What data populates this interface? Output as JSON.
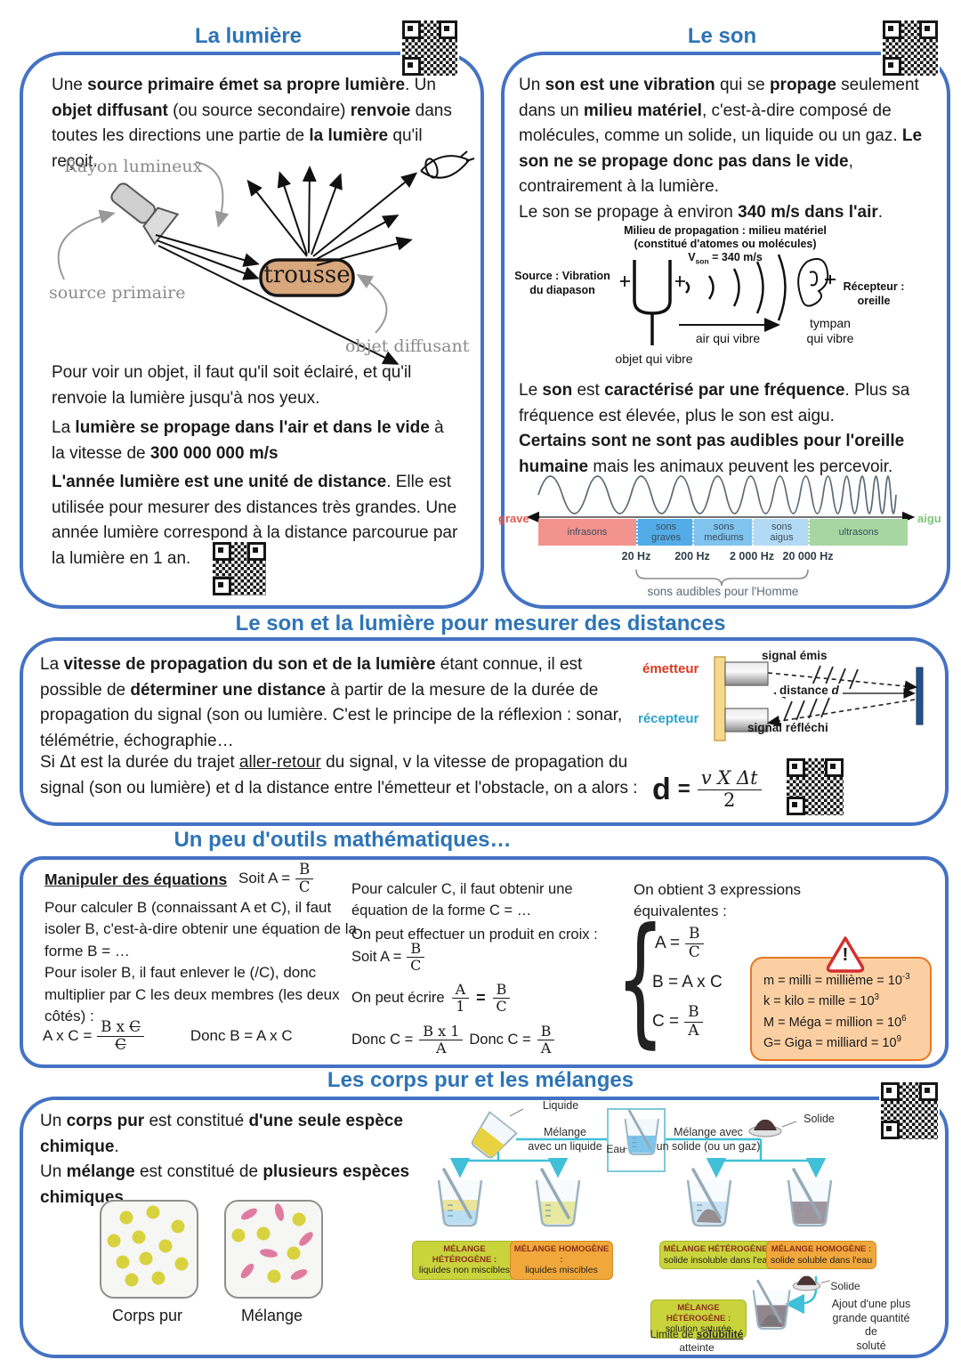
{
  "colors": {
    "title_blue": "#2e74b5",
    "border_blue": "#4472c4",
    "trousse_fill": "#d9a77c",
    "warning_bg": "#fbcfa2",
    "warning_border": "#e87722",
    "badge_green": "#c9d43c",
    "badge_orange": "#f0a83c",
    "cyan_arrow": "#3fc0d8",
    "emetteur_red": "#d93a20",
    "recepteur_blue": "#29a3cc",
    "band_infrasons": "#f2938d",
    "band_graves": "#53ace7",
    "band_mediums": "#7fc3ef",
    "band_aigus": "#b3daf5",
    "band_ultrasons": "#a6d6a1"
  },
  "lumiere": {
    "title": "La lumière",
    "p1": [
      {
        "t": "Une "
      },
      {
        "t": "source primaire émet sa propre lumière",
        "b": 1
      },
      {
        "t": ". Un "
      },
      {
        "t": "objet diffusant",
        "b": 1
      },
      {
        "t": " (ou source secondaire) "
      },
      {
        "t": "renvoie",
        "b": 1
      },
      {
        "t": " dans toutes les directions une partie de "
      },
      {
        "t": "la lumière",
        "b": 1
      },
      {
        "t": " qu'il reçoit."
      }
    ],
    "ray_label": "Rayon lumineux",
    "source_label": "source primaire",
    "object_label": "trousse",
    "diffusing_label": "objet diffusant",
    "p2": [
      {
        "t": "Pour voir un objet, il faut qu'il soit éclairé, et qu'il renvoie la lumière jusqu'à nos yeux."
      }
    ],
    "p3": [
      {
        "t": "La "
      },
      {
        "t": "lumière se propage dans l'air et dans le vide",
        "b": 1
      },
      {
        "t": " à la vitesse de "
      },
      {
        "t": "300 000 000 m/s",
        "b": 1
      }
    ],
    "p4": [
      {
        "t": "L'année lumière est une unité de distance",
        "b": 1
      },
      {
        "t": ". Elle est utilisée pour mesurer des distances très grandes. Une année lumière correspond à la distance parcourue par la lumière en 1 an."
      }
    ]
  },
  "son": {
    "title": "Le son",
    "p1": [
      {
        "t": "Un "
      },
      {
        "t": "son est une vibration",
        "b": 1
      },
      {
        "t": " qui se "
      },
      {
        "t": "propage",
        "b": 1
      },
      {
        "t": " seulement dans un "
      },
      {
        "t": "milieu matériel",
        "b": 1
      },
      {
        "t": ", c'est-à-dire composé de molécules, comme un solide, un liquide ou un gaz. "
      },
      {
        "t": "Le son ne se propage donc pas dans le vide",
        "b": 1
      },
      {
        "t": ",\ncontrairement à la lumière.\nLe son se propage à environ "
      },
      {
        "t": "340 m/s dans l'air",
        "b": 1
      },
      {
        "t": "."
      }
    ],
    "diagram": {
      "milieu1": "Milieu de propagation : milieu matériel",
      "milieu2": "(constitué d'atomes ou molécules)",
      "vson": [
        {
          "t": "V"
        },
        {
          "t": "son",
          "sb": 1
        },
        {
          "t": " = 340 m/s"
        }
      ],
      "source": "Source : Vibration\ndu diapason",
      "recepteur": "Récepteur :\noreille",
      "air": "air qui vibre",
      "tympan": "tympan\nqui vibre",
      "objet": "objet qui vibre"
    },
    "p2": [
      {
        "t": "Le "
      },
      {
        "t": "son",
        "b": 1
      },
      {
        "t": " est "
      },
      {
        "t": "caractérisé par une fréquence",
        "b": 1
      },
      {
        "t": ". Plus sa fréquence est élevée, plus le son est aigu.\n"
      },
      {
        "t": "Certains sont ne sont pas audibles pour l'oreille humaine",
        "b": 1
      },
      {
        "t": " mais les animaux peuvent les percevoir."
      }
    ],
    "spectrum": {
      "grave": "grave",
      "aigu": "aigu",
      "bands": [
        "infrasons",
        "sons\ngraves",
        "sons\nmediums",
        "sons\naigus",
        "ultrasons"
      ],
      "ticks": [
        "20 Hz",
        "200 Hz",
        "2 000 Hz",
        "20 000 Hz"
      ],
      "audible": "sons audibles pour l'Homme"
    }
  },
  "distance": {
    "title": "Le son et la lumière pour mesurer des distances",
    "p1": [
      {
        "t": "La "
      },
      {
        "t": "vitesse de propagation du son et de la lumière",
        "b": 1
      },
      {
        "t": " étant connue, il est possible de "
      },
      {
        "t": "déterminer une distance",
        "b": 1
      },
      {
        "t": " à partir de la mesure de la durée de propagation du signal (son ou lumière. C'est le principe de la réflexion : sonar, télémétrie, échographie…"
      }
    ],
    "diagram": {
      "emetteur": "émetteur",
      "recepteur": "récepteur",
      "emis": "signal émis",
      "dist": [
        {
          "t": "distance "
        },
        {
          "t": "d",
          "i": 1
        }
      ],
      "reflechi": "signal réfléchi"
    },
    "p2": [
      {
        "t": "Si Δt est la durée du trajet "
      },
      {
        "t": "aller-retour",
        "u": 1
      },
      {
        "t": " du signal, v la vitesse de propagation du signal (son ou lumière) et d la distance entre l'émetteur et l'obstacle, on a alors :"
      }
    ],
    "formula": {
      "lhs": "d",
      "eq": "=",
      "num": "v X Δt",
      "den": "2"
    }
  },
  "maths": {
    "title": "Un peu d'outils mathématiques…",
    "col1": {
      "heading": "Manipuler des équations",
      "soit": "Soit A =",
      "frac_num": "B",
      "frac_den": "C",
      "body": [
        {
          "t": "Pour calculer B (connaissant A et C), il faut isoler B, c'est-à-dire obtenir une équation de la forme B = …\nPour isoler B, il faut enlever le (/C), donc multiplier par C les deux membres (les deux côtés) :"
        }
      ],
      "eq_lhs": "A x C =",
      "eq_num": [
        {
          "t": "B x "
        },
        {
          "t": "C",
          "st": 1
        }
      ],
      "eq_den": [
        {
          "t": "C",
          "st": 1
        }
      ],
      "donc": "Donc B = A x C"
    },
    "col2": {
      "l1": "Pour calculer C, il faut obtenir une équation de la forme C = …",
      "l2": "On peut effectuer un produit en croix :",
      "soit": "Soit A  =",
      "s_num": "B",
      "s_den": "C",
      "ecrire": "On peut écrire",
      "e_num1": "A",
      "e_den1": "1",
      "mid_eq": "=",
      "e_num2": "B",
      "e_den2": "C",
      "donc": "Donc  C =",
      "f1_num": "B x 1",
      "f1_den": "A",
      "f2_num": "B",
      "f2_den": "A"
    },
    "col3": {
      "intro": "On obtient 3 expressions équivalentes :",
      "e1": "A  =",
      "e1_num": "B",
      "e1_den": "C",
      "e2": "B = A x C",
      "e3": "C =",
      "e3_num": "B",
      "e3_den": "A"
    },
    "warning": {
      "icon": "!",
      "l1": [
        {
          "t": "m = milli = millième = 10"
        },
        {
          "t": "-3",
          "s": 1
        }
      ],
      "l2": [
        {
          "t": "k = kilo = mille = 10"
        },
        {
          "t": "3",
          "s": 1
        }
      ],
      "l3": [
        {
          "t": "M = Méga = million = 10"
        },
        {
          "t": "6",
          "s": 1
        }
      ],
      "l4": [
        {
          "t": "G= Giga = milliard = 10"
        },
        {
          "t": "9",
          "s": 1
        }
      ]
    }
  },
  "melanges": {
    "title": "Les corps pur et les mélanges",
    "p": [
      {
        "t": "Un "
      },
      {
        "t": "corps pur",
        "b": 1
      },
      {
        "t": " est constitué "
      },
      {
        "t": "d'une seule espèce chimique",
        "b": 1
      },
      {
        "t": ".\nUn "
      },
      {
        "t": "mélange",
        "b": 1
      },
      {
        "t": " est constitué de "
      },
      {
        "t": "plusieurs espèces chimiques",
        "b": 1
      },
      {
        "t": "."
      }
    ],
    "corps_pur": "Corps pur",
    "melange": "Mélange",
    "flow": {
      "liquide": "Liquide",
      "eau": "Eau",
      "solide": "Solide",
      "mel_liq": "Mélange\navec un liquide",
      "mel_sol": "Mélange avec\nun solide (ou un gaz)",
      "badges": [
        {
          "head": "MÉLANGE HÉTÉROGÈNE :",
          "sub": "liquides non miscibles"
        },
        {
          "head": "MÉLANGE HOMOGÈNE :",
          "sub": "liquides miscibles"
        },
        {
          "head": "MÉLANGE HÉTÉROGÈNE :",
          "sub": "solide insoluble dans l'eau"
        },
        {
          "head": "MÉLANGE HOMOGÈNE :",
          "sub": "solide soluble dans l'eau"
        },
        {
          "head": "MÉLANGE HÉTÉROGÈNE :",
          "sub": "solution saturée"
        }
      ],
      "limite": [
        {
          "t": "Limite de "
        },
        {
          "t": "solubilité",
          "b": 1,
          "u": 1
        },
        {
          "t": " atteinte"
        }
      ],
      "ajout": "Ajout d'une plus\ngrande quantité de\nsoluté"
    }
  }
}
